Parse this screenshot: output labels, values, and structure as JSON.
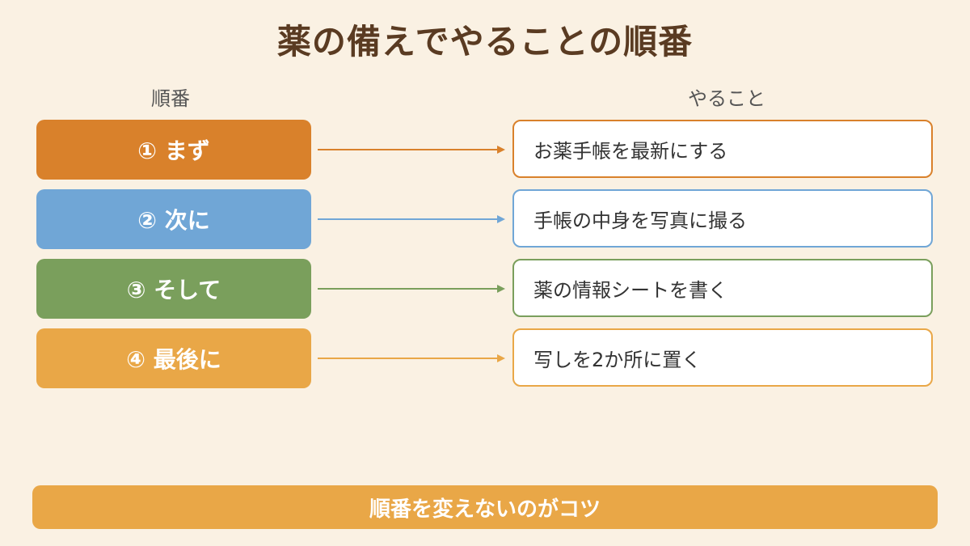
{
  "title": "薬の備えでやることの順番",
  "headers": {
    "left": "順番",
    "right": "やること"
  },
  "steps": [
    {
      "label": "① まず",
      "action": "お薬手帳を最新にする",
      "color": "#d9812b"
    },
    {
      "label": "② 次に",
      "action": "手帳の中身を写真に撮る",
      "color": "#70a6d6"
    },
    {
      "label": "③ そして",
      "action": "薬の情報シートを書く",
      "color": "#7a9f5c"
    },
    {
      "label": "④ 最後に",
      "action": "写しを2か所に置く",
      "color": "#e9a747"
    }
  ],
  "footer": "順番を変えないのがコツ"
}
